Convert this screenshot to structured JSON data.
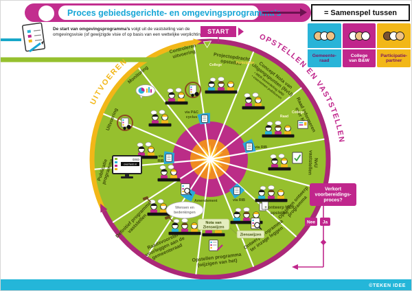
{
  "header": {
    "title": "Proces gebiedsgerichte- en omgevingsprogramma’s",
    "samenspel_label": "= Samenspel tussen",
    "legend": [
      {
        "line1": "Gemeente-",
        "line2": "raad"
      },
      {
        "line1": "College",
        "line2": "van B&W"
      },
      {
        "line1": "Participatie-",
        "line2": "partner"
      }
    ]
  },
  "note": {
    "bold": "De start van omgevingsprogramma’s",
    "rest": " volgt uit de vaststelling van de",
    "line2": "omgevingsvisie (of gewijzigde visie of op basis van een wettelijke verplichting)"
  },
  "start_label": "START",
  "phases": {
    "uitvoeren": "UITVOEREN",
    "opstellen": "OPSTELLEN EN VASTSTELLEN"
  },
  "segments": [
    {
      "l1": "Projectopdracht",
      "l2": "opstellen"
    },
    {
      "l1": "Concept Nota van",
      "l2": "Uitgangspunten (NvU)",
      "b1": "• MER beoordeling NRD",
      "b2": "• voornemen publiceren"
    },
    {
      "l1": "Raad informeren",
      "l2": "over NvU"
    },
    {
      "l1": "NvU",
      "l2": "vaststellen"
    },
    {
      "l1": "Opstellen ontwerp",
      "l2": "programma"
    },
    {
      "l1": "Ontwerp programma",
      "l2": "ter inzage leggen"
    },
    {
      "l1": "Opstellen programma",
      "l2": "(wijzigen van het)"
    },
    {
      "l1": "Raadsvoorstel",
      "l2": "voorleggen aan de",
      "l3": "gemeenteraad"
    },
    {
      "l1": "Definitief programma",
      "l2": "vaststellen"
    },
    {
      "l1": "Publicatie",
      "l2": "programma"
    },
    {
      "l1": "Uitvoering"
    },
    {
      "l1": "Monitoring"
    },
    {
      "l1": "Controleren",
      "l2": "uitvoering"
    }
  ],
  "sublabels": {
    "college": "College",
    "participatie": "Participatie",
    "raad": "Raad",
    "college2": "College"
  },
  "center_links": {
    "pc1": "via P&C",
    "pc2": "cyclus",
    "rib_right": "via RIB",
    "rib_left1": "via",
    "rib_left2": "RIB",
    "rib_bottom": "via RIB",
    "amendement": "Amendement"
  },
  "callouts": {
    "wensen1": "Wensen en",
    "wensen2": "bedenkingen",
    "nota1": "Nota van",
    "nota2": "Zienswijzen",
    "zienswijzen": "Zienswijzen",
    "mer1": "+ ontwerp MER",
    "mer2": "opstellen"
  },
  "decision": {
    "q1": "Verkort",
    "q2": "voorbereidings-",
    "q3": "proces?",
    "no": "Nee",
    "yes": "Ja"
  },
  "monitor": {
    "line1": "DSO",
    "line2": "overheid.nl"
  },
  "footer": {
    "credit": "©TEKEN IDEE"
  },
  "colors": {
    "magenta": "#c0268c",
    "cyan": "#29b4d8",
    "yellow": "#f2b718",
    "green": "#96c02e"
  }
}
